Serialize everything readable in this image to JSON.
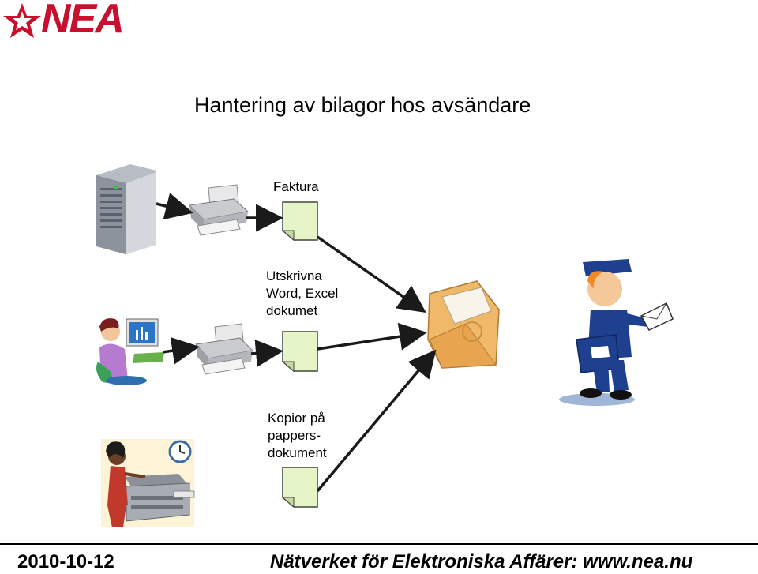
{
  "logo": {
    "text": "NEA"
  },
  "title": "Hantering av bilagor hos avsändare",
  "labels": {
    "faktura": "Faktura",
    "word_excel": "Utskrivna\nWord, Excel\ndokumet",
    "kopior": "Kopior på\npappers-\ndokument"
  },
  "icons": [
    "server-icon",
    "printer-icon",
    "document-icon",
    "woman-computer-icon",
    "woman-copier-icon",
    "envelope-icon",
    "mailman-icon"
  ],
  "colors": {
    "brand": "#c8102e",
    "document": "#e6f5c8",
    "arrow": "#1a1a1a",
    "mail_uniform": "#1f3f8f"
  },
  "footer": {
    "date": "2010-10-12",
    "org": "Nätverket för Elektroniska Affärer: www.nea.nu"
  }
}
